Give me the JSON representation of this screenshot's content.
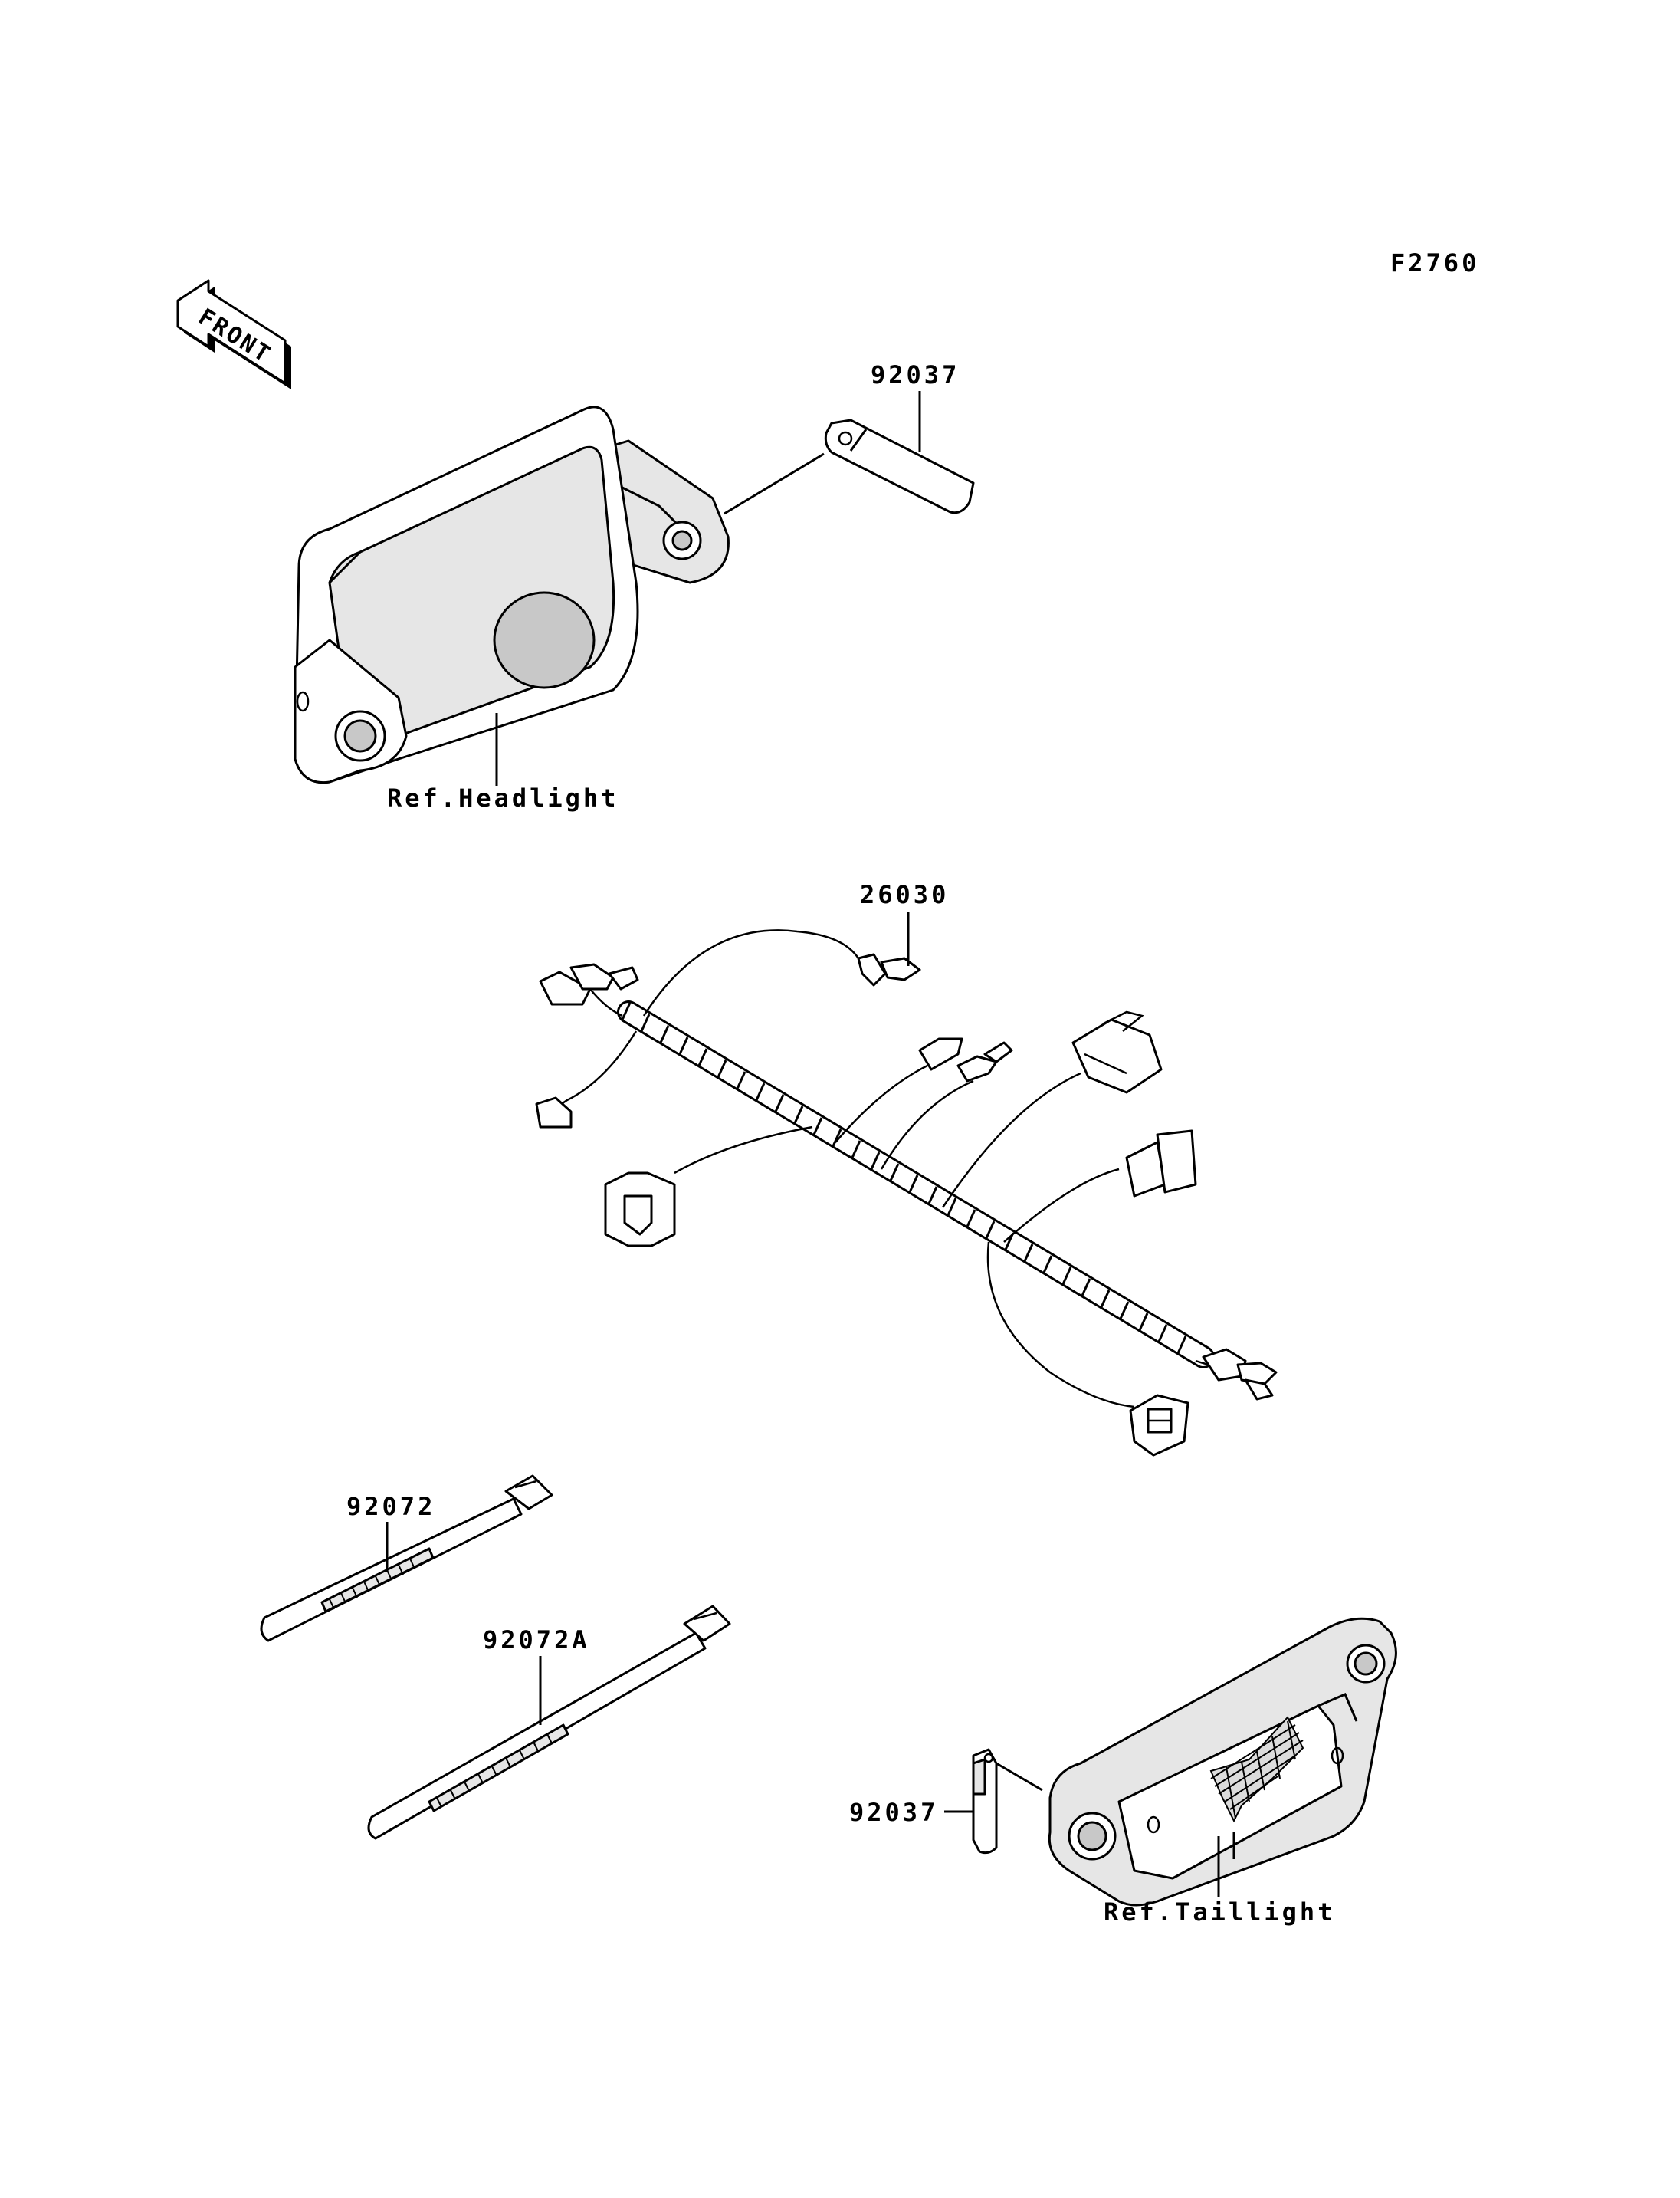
{
  "figure_code": "F2760",
  "front_label": "FRONT",
  "labels": {
    "clamp_top": "92037",
    "headlight_ref": "Ref.Headlight",
    "harness": "26030",
    "band": "92072",
    "band_a": "92072A",
    "clamp_bottom": "92037",
    "taillight_ref": "Ref.Taillight"
  }
}
